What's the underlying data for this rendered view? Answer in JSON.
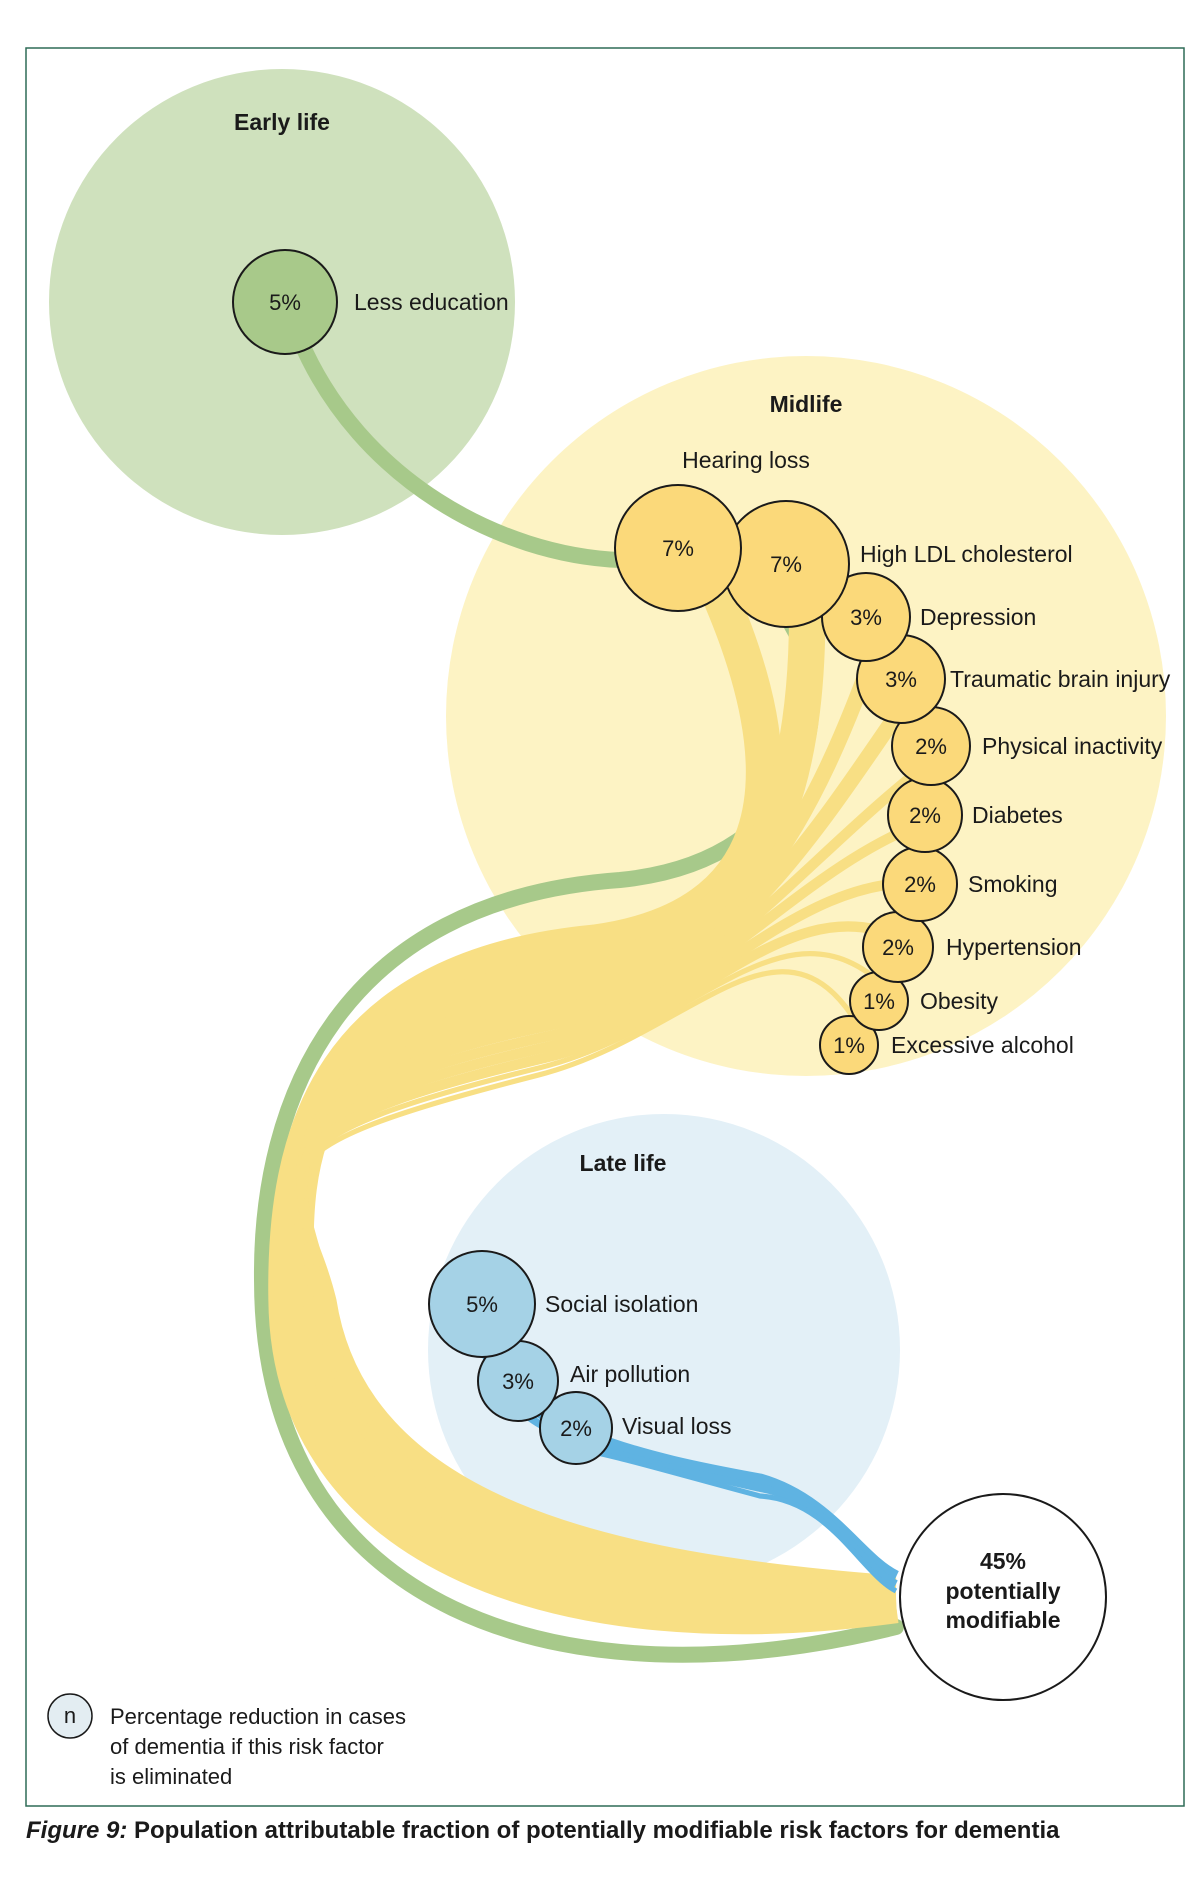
{
  "stages": {
    "early": {
      "title": "Early life",
      "color": "#cfe1bd"
    },
    "mid": {
      "title": "Midlife",
      "color": "#fdf3c4"
    },
    "late": {
      "title": "Late life",
      "color": "#e3f0f7"
    }
  },
  "factors": [
    {
      "stage": "early",
      "label": "Less education",
      "pct": 5,
      "pct_text": "5%"
    },
    {
      "stage": "mid",
      "label": "Hearing loss",
      "pct": 7,
      "pct_text": "7%"
    },
    {
      "stage": "mid",
      "label": "High LDL cholesterol",
      "pct": 7,
      "pct_text": "7%"
    },
    {
      "stage": "mid",
      "label": "Depression",
      "pct": 3,
      "pct_text": "3%"
    },
    {
      "stage": "mid",
      "label": "Traumatic brain injury",
      "pct": 3,
      "pct_text": "3%"
    },
    {
      "stage": "mid",
      "label": "Physical inactivity",
      "pct": 2,
      "pct_text": "2%"
    },
    {
      "stage": "mid",
      "label": "Diabetes",
      "pct": 2,
      "pct_text": "2%"
    },
    {
      "stage": "mid",
      "label": "Smoking",
      "pct": 2,
      "pct_text": "2%"
    },
    {
      "stage": "mid",
      "label": "Hypertension",
      "pct": 2,
      "pct_text": "2%"
    },
    {
      "stage": "mid",
      "label": "Obesity",
      "pct": 1,
      "pct_text": "1%"
    },
    {
      "stage": "mid",
      "label": "Excessive alcohol",
      "pct": 1,
      "pct_text": "1%"
    },
    {
      "stage": "late",
      "label": "Social isolation",
      "pct": 5,
      "pct_text": "5%"
    },
    {
      "stage": "late",
      "label": "Air pollution",
      "pct": 3,
      "pct_text": "3%"
    },
    {
      "stage": "late",
      "label": "Visual loss",
      "pct": 2,
      "pct_text": "2%"
    }
  ],
  "total": {
    "line1": "45%",
    "line2": "potentially",
    "line3": "modifiable"
  },
  "legend": {
    "symbol": "n",
    "lines": [
      "Percentage reduction in cases",
      "of dementia if this risk factor",
      "is eliminated"
    ]
  },
  "caption": {
    "figure_label": "Figure 9:",
    "text": " Population attributable fraction of potentially modifiable risk factors for dementia"
  },
  "colors": {
    "early_node": "#a8c98a",
    "early_stream": "#a7c98a",
    "mid_node": "#fbd97a",
    "mid_stream": "#f8df84",
    "late_node": "#a5d2e6",
    "late_stream": "#5fb3e2",
    "frame": "#2e6b57"
  }
}
